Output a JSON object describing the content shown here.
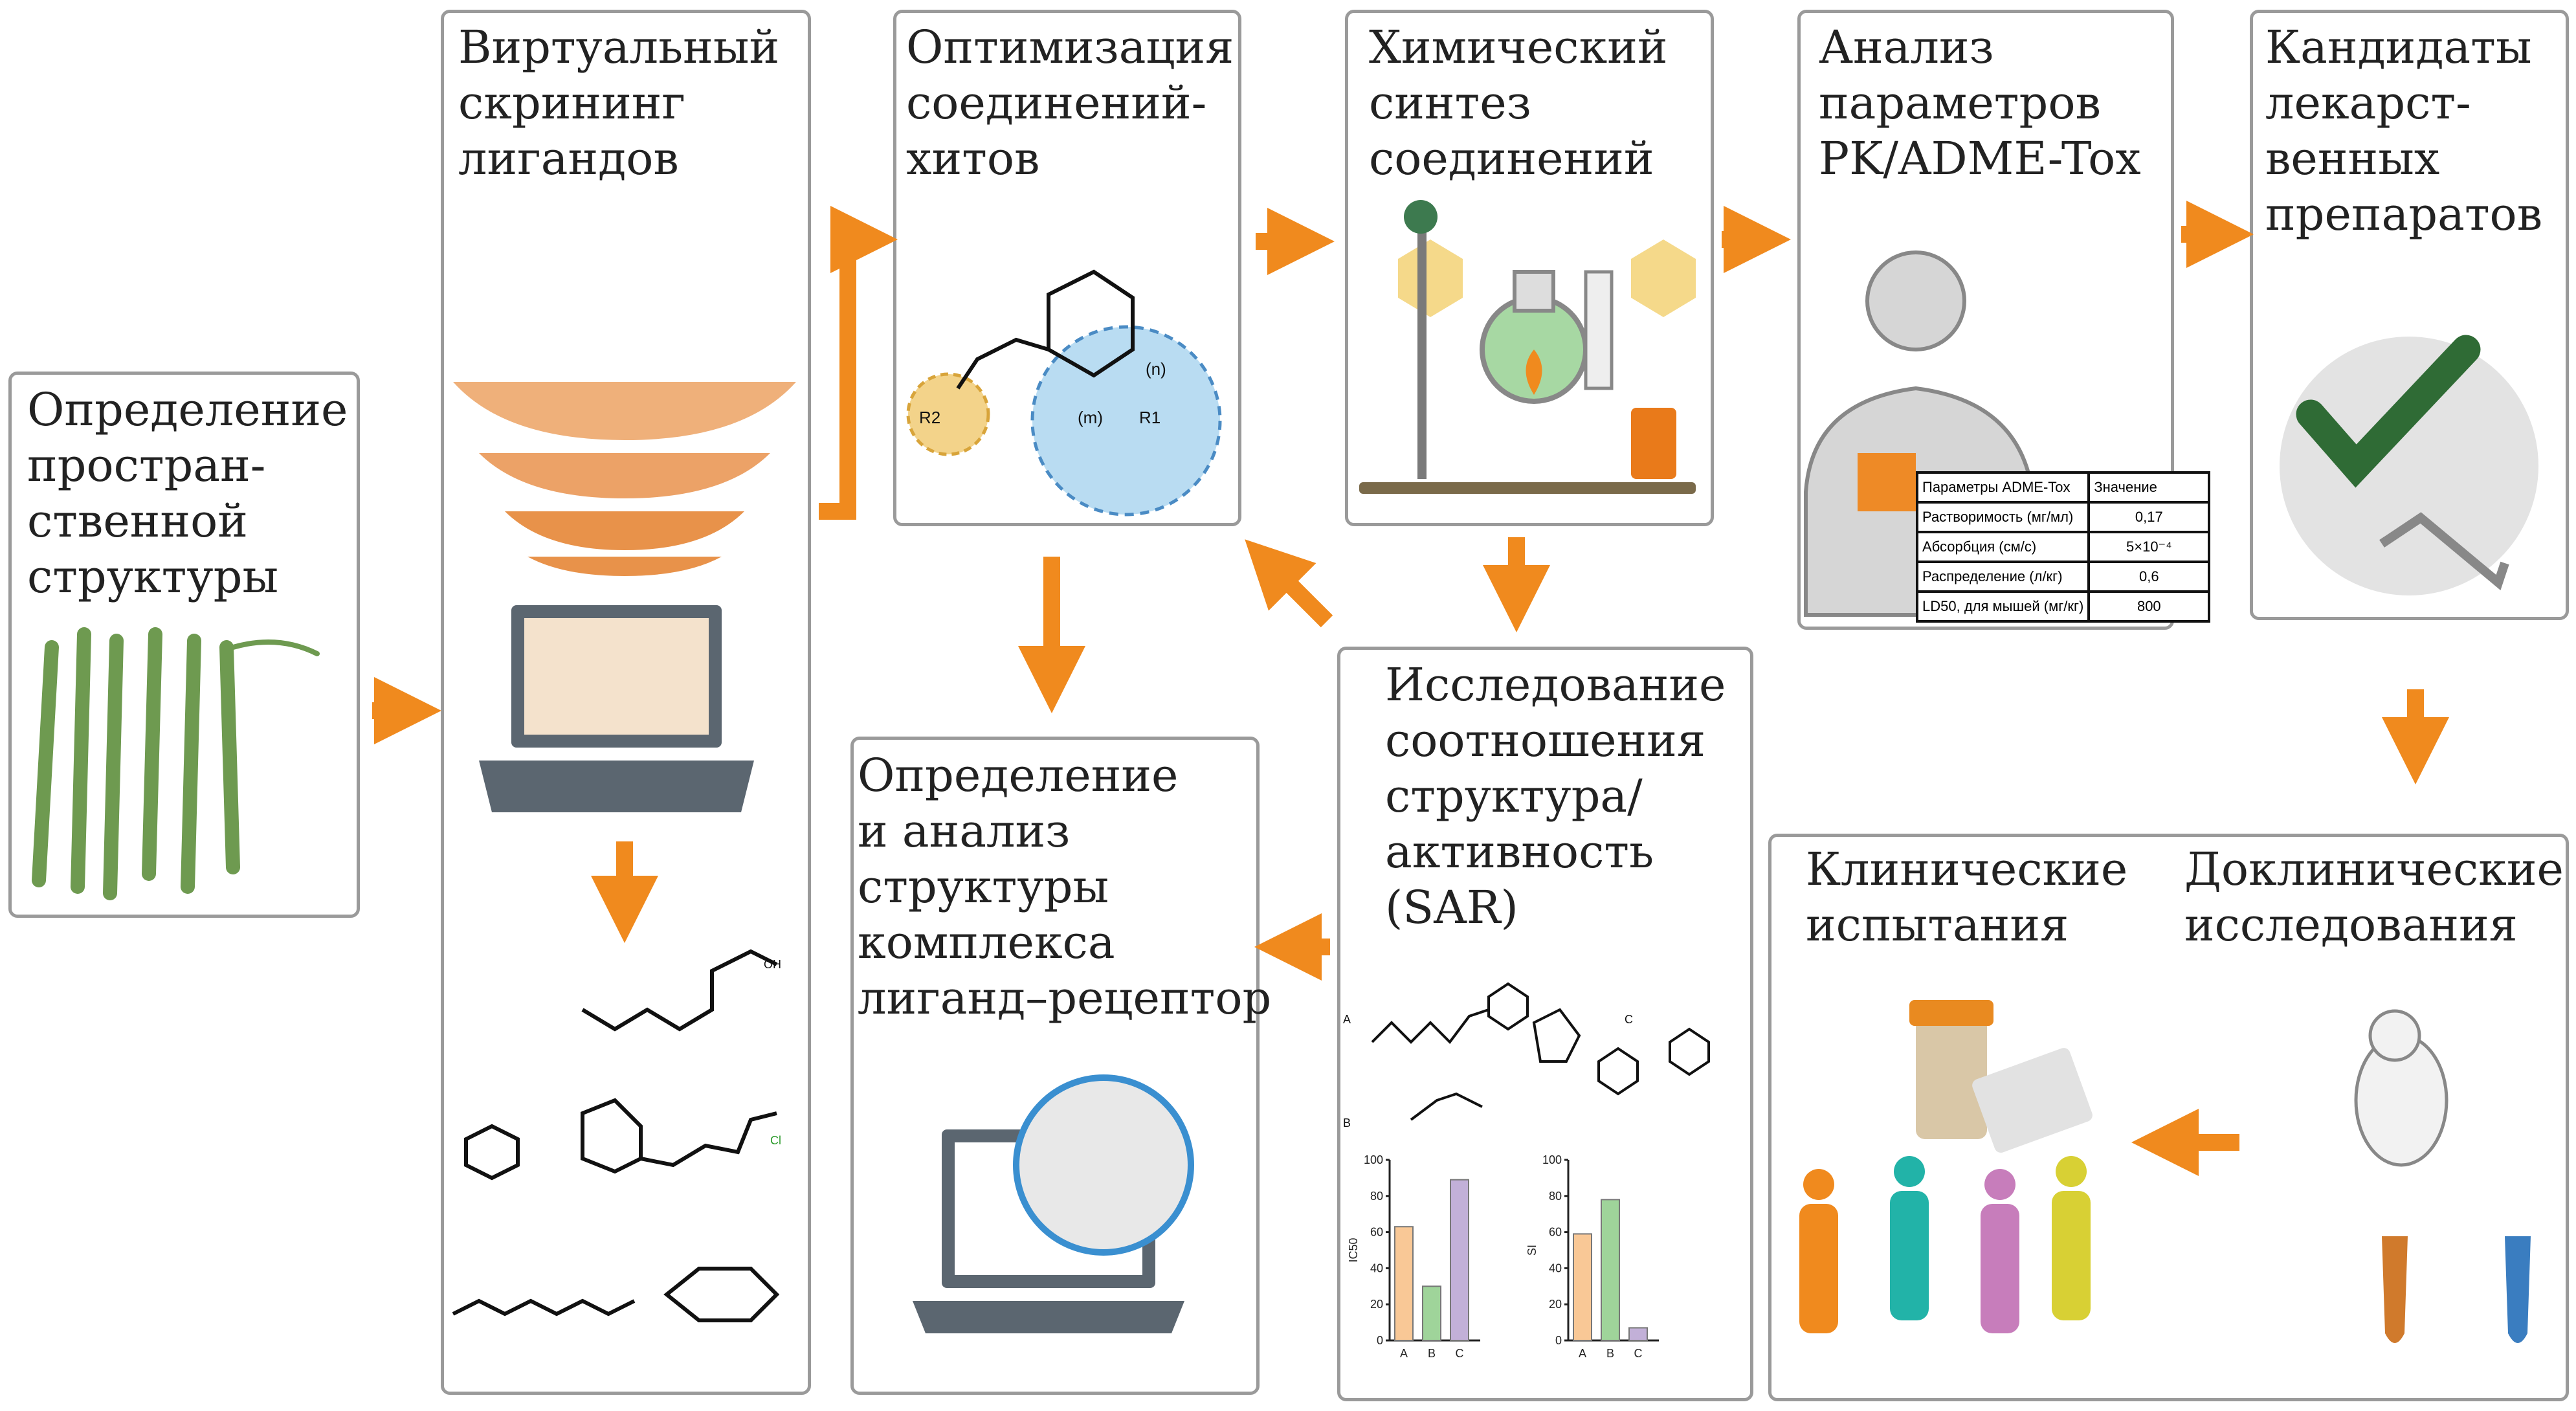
{
  "boxes": {
    "structure": "Определение\nпростран-\nственной\nструктуры",
    "screening": "Виртуальный\nскрининг\nлигандов",
    "optimization": "Оптимизация\nсоединений-\nхитов",
    "synthesis": "Химический\nсинтез\nсоединений",
    "adme": "Анализ\nпараметров\nPK/ADME-Tox",
    "candidates": "Кандидаты\nлекарст-\nвенных\nпрепаратов",
    "sar": "Исследование\nсоотношения\nструктура/\nактивность\n(SAR)",
    "complex": "Определение\nи анализ\nструктуры\nкомплекса\nлиганд–рецептор",
    "clinical": "Клинические\nиспытания",
    "preclinical": "Доклинические\nисследования"
  },
  "molecule_labels": {
    "r2": "R2",
    "r1": "R1",
    "m": "(m)",
    "n": "(n)",
    "oh1": "OH",
    "cl": "Cl"
  },
  "adme_table": {
    "headers": [
      "Параметры ADME-Tox",
      "Значение"
    ],
    "rows": [
      [
        "Растворимость (мг/мл)",
        "0,17"
      ],
      [
        "Абсорбция (см/с)",
        "5×10⁻⁴"
      ],
      [
        "Распределение (л/кг)",
        "0,6"
      ],
      [
        "LD50, для мышей (мг/кг)",
        "800"
      ]
    ]
  },
  "sar_labels": [
    "A",
    "B",
    "C"
  ],
  "colors": {
    "arrow": "#f08a1e",
    "box_border": "#9a9a9a",
    "protein": "#6e9a50",
    "bar_A": "#f9c896",
    "bar_B": "#9fd49a",
    "bar_C": "#c2b0d8"
  },
  "chart_data": [
    {
      "type": "bar",
      "categories": [
        "A",
        "B",
        "C"
      ],
      "values": [
        63,
        30,
        89
      ],
      "ylabel": "IC50",
      "ylim": [
        0,
        100
      ],
      "yticks": [
        0,
        20,
        40,
        60,
        80,
        100
      ]
    },
    {
      "type": "bar",
      "categories": [
        "A",
        "B",
        "C"
      ],
      "values": [
        59,
        78,
        7
      ],
      "ylabel": "SI",
      "ylim": [
        0,
        100
      ],
      "yticks": [
        0,
        20,
        40,
        60,
        80,
        100
      ]
    }
  ]
}
